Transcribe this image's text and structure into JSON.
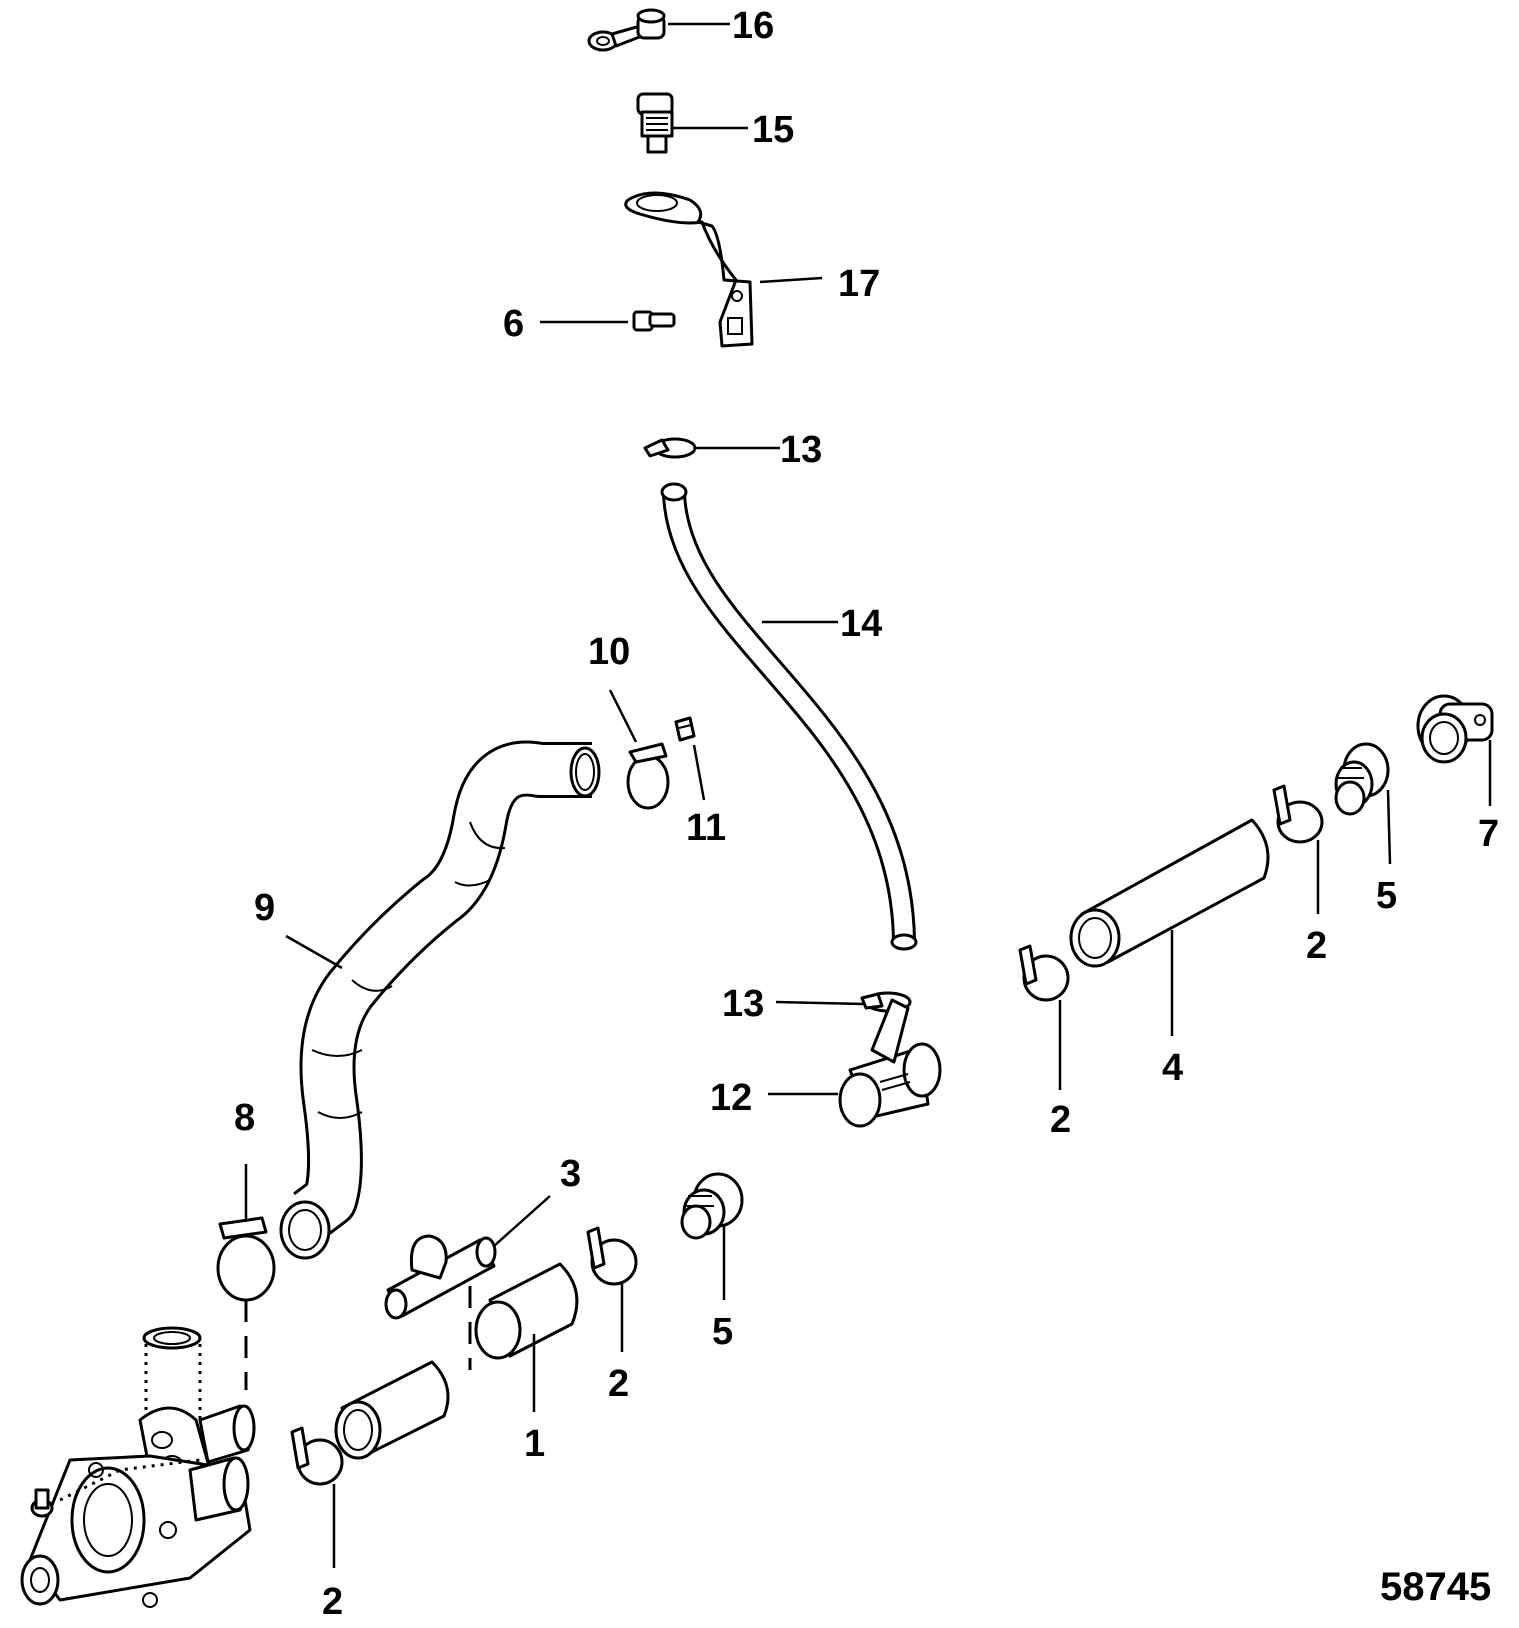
{
  "figure_number": "58745",
  "callouts": [
    {
      "id": "c16",
      "label": "16"
    },
    {
      "id": "c15",
      "label": "15"
    },
    {
      "id": "c17",
      "label": "17"
    },
    {
      "id": "c6",
      "label": "6"
    },
    {
      "id": "c13a",
      "label": "13"
    },
    {
      "id": "c14",
      "label": "14"
    },
    {
      "id": "c10",
      "label": "10"
    },
    {
      "id": "c11",
      "label": "11"
    },
    {
      "id": "c7",
      "label": "7"
    },
    {
      "id": "c5a",
      "label": "5"
    },
    {
      "id": "c2a",
      "label": "2"
    },
    {
      "id": "c9",
      "label": "9"
    },
    {
      "id": "c4",
      "label": "4"
    },
    {
      "id": "c2b",
      "label": "2"
    },
    {
      "id": "c13b",
      "label": "13"
    },
    {
      "id": "c12",
      "label": "12"
    },
    {
      "id": "c8",
      "label": "8"
    },
    {
      "id": "c3",
      "label": "3"
    },
    {
      "id": "c5b",
      "label": "5"
    },
    {
      "id": "c2c",
      "label": "2"
    },
    {
      "id": "c1",
      "label": "1"
    },
    {
      "id": "c2d",
      "label": "2"
    }
  ]
}
